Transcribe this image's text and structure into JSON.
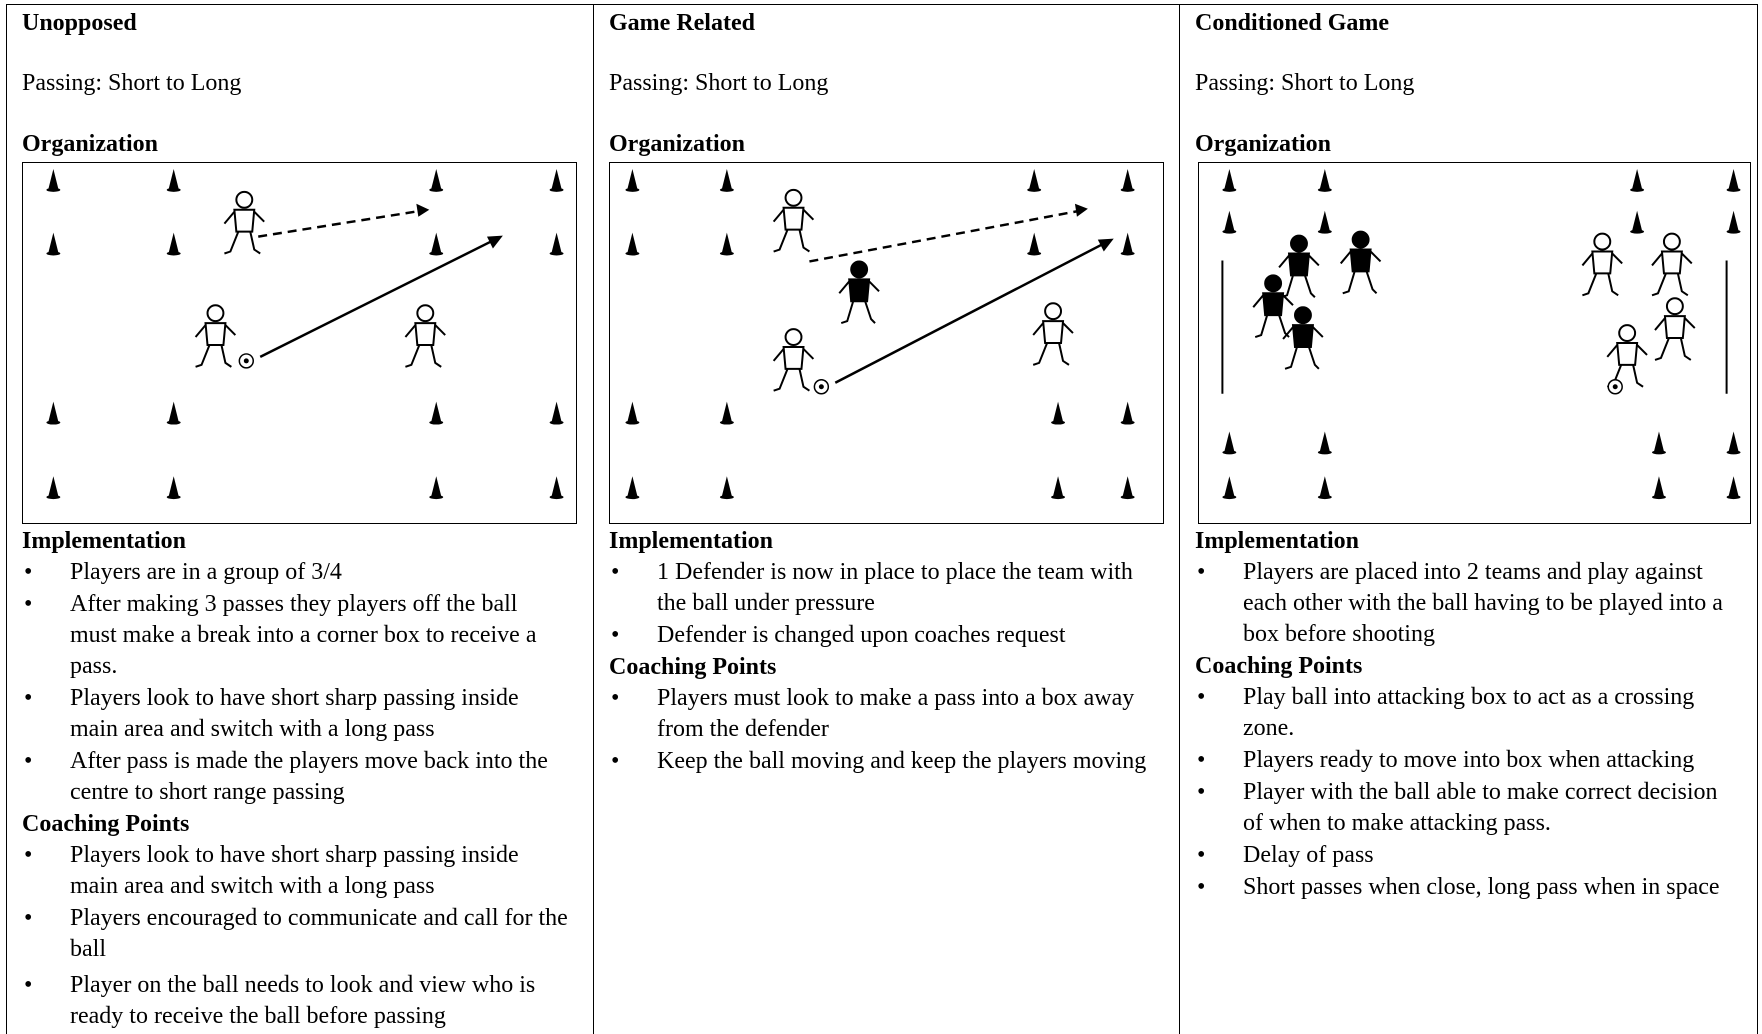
{
  "columns": [
    {
      "title": "Unopposed",
      "topic": "Passing: Short to Long",
      "organization_label": "Organization",
      "implementation_label": "Implementation",
      "implementation": [
        "Players are in a group of 3/4",
        "After making 3 passes they players off the ball must make a break into a corner box to receive a pass.",
        "Players look to have short sharp passing inside main area and switch with a long pass",
        "After pass is made the players move back into the centre to short range passing"
      ],
      "coaching_label": "Coaching Points",
      "coaching": [
        "Players look to have short sharp passing inside main area and switch with a long pass",
        "Players encouraged to communicate and call for the ball",
        "Player on the ball needs to look and view who is ready to receive the ball before passing"
      ]
    },
    {
      "title": "Game Related",
      "topic": "Passing: Short to Long",
      "organization_label": "Organization",
      "implementation_label": "Implementation",
      "implementation": [
        "1 Defender is now in place to place the team with the ball under pressure",
        "Defender is changed upon coaches request"
      ],
      "coaching_label": "Coaching Points",
      "coaching": [
        "Players must look to make a pass into a box away from the defender",
        "Keep the ball moving and keep the players moving"
      ]
    },
    {
      "title": "Conditioned Game",
      "topic": "Passing: Short to Long",
      "organization_label": "Organization",
      "implementation_label": "Implementation",
      "implementation": [
        "Players are placed into 2 teams and play against each other with the ball having to be played into a box before shooting"
      ],
      "coaching_label": "Coaching Points",
      "coaching": [
        "Play ball into attacking box to act as a crossing zone.",
        "Players ready to move into box when attacking",
        "Player with the ball able to make correct decision of when to make attacking pass.",
        "Delay of pass",
        "Short passes when close, long pass when in space"
      ]
    }
  ],
  "diagram_icons": [
    "cone-icon",
    "player-white-icon",
    "player-black-icon",
    "ball-icon",
    "pass-arrow-icon",
    "run-arrow-icon",
    "goal-line-icon"
  ]
}
